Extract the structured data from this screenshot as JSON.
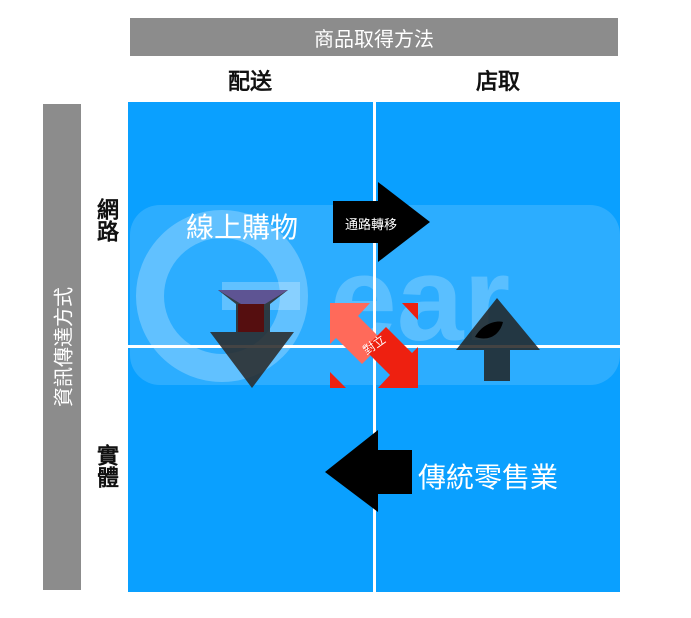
{
  "header": {
    "title": "商品取得方法"
  },
  "side": {
    "title": "資訊傳達方式"
  },
  "columns": [
    "配送",
    "店取"
  ],
  "rows": [
    "網路",
    "實體"
  ],
  "quadrants": {
    "online": "線上購物",
    "retail": "傳統零售業"
  },
  "arrows": {
    "channel_shift": "通路轉移",
    "opposition": "對立"
  },
  "watermark": {
    "text": "Gear"
  },
  "colors": {
    "grid": "#0aa0ff",
    "bar": "#8c8c8c",
    "red": "#ee2010"
  }
}
